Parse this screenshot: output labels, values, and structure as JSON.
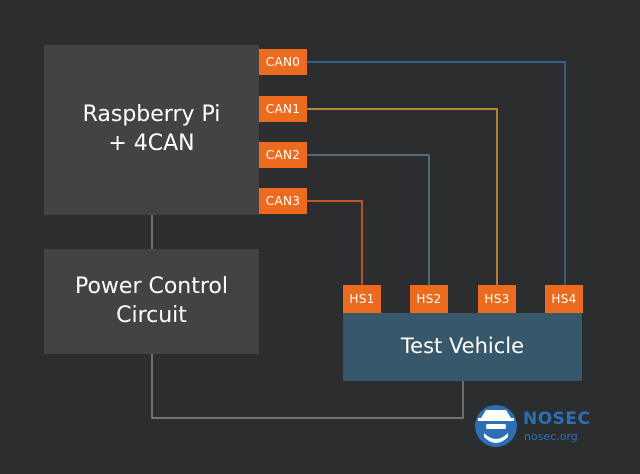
{
  "rpi": {
    "line1": "Raspberry Pi",
    "line2": "+ 4CAN"
  },
  "power": {
    "line1": "Power Control",
    "line2": "Circuit"
  },
  "vehicle": {
    "label": "Test Vehicle"
  },
  "can_ports": [
    "CAN0",
    "CAN1",
    "CAN2",
    "CAN3"
  ],
  "hs_ports": [
    "HS1",
    "HS2",
    "HS3",
    "HS4"
  ],
  "logo": {
    "name": "NOSEC",
    "url": "nosec.org"
  },
  "colors": {
    "background": "#2b2d2f",
    "box_gray": "#434343",
    "vehicle_box": "#37586a",
    "port_orange": "#ec6b1e",
    "wire_blue": "#3b6ea5",
    "wire_yellow": "#e8a33a",
    "wire_steel": "#5f8196",
    "wire_orange": "#ec6b1e",
    "wire_gray": "#8a8a8a",
    "logo_blue": "#2c6fb5"
  }
}
